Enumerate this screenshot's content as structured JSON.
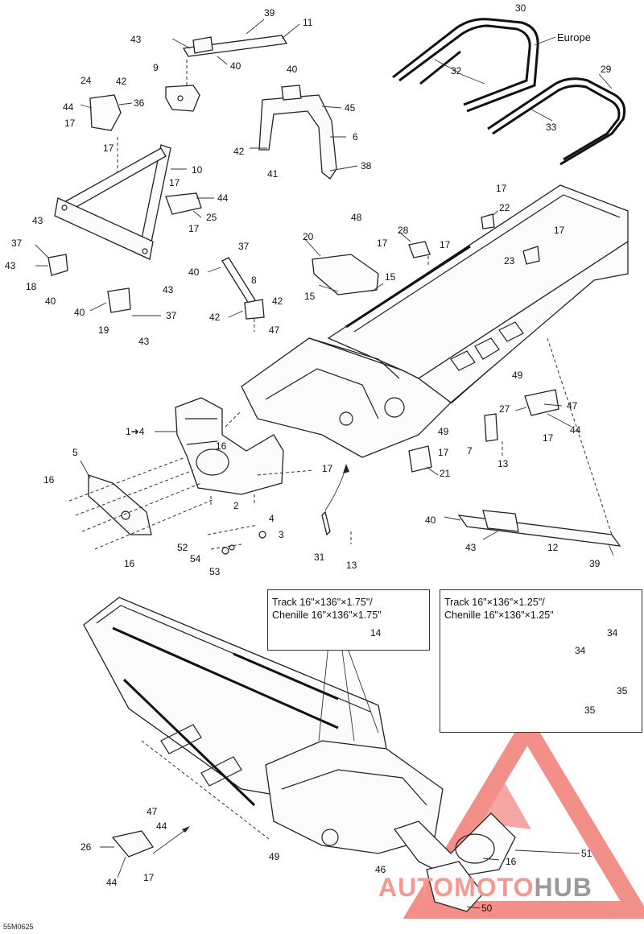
{
  "diagram_code": "55M0625",
  "region_label": "Europe",
  "callouts": [
    {
      "id": "c39a",
      "text": "39"
    },
    {
      "id": "c11",
      "text": "11"
    },
    {
      "id": "c43a",
      "text": "43"
    },
    {
      "id": "c40a",
      "text": "40"
    },
    {
      "id": "c9",
      "text": "9"
    },
    {
      "id": "c24",
      "text": "24"
    },
    {
      "id": "c42a",
      "text": "42"
    },
    {
      "id": "c44a",
      "text": "44"
    },
    {
      "id": "c36",
      "text": "36"
    },
    {
      "id": "c17a",
      "text": "17"
    },
    {
      "id": "c17b",
      "text": "17"
    },
    {
      "id": "c10",
      "text": "10"
    },
    {
      "id": "c17c",
      "text": "17"
    },
    {
      "id": "c44b",
      "text": "44"
    },
    {
      "id": "c25",
      "text": "25"
    },
    {
      "id": "c17d",
      "text": "17"
    },
    {
      "id": "c43b",
      "text": "43"
    },
    {
      "id": "c37a",
      "text": "37"
    },
    {
      "id": "c43c",
      "text": "43"
    },
    {
      "id": "c18",
      "text": "18"
    },
    {
      "id": "c40b",
      "text": "40"
    },
    {
      "id": "c40c",
      "text": "40"
    },
    {
      "id": "c19",
      "text": "19"
    },
    {
      "id": "c43d",
      "text": "43"
    },
    {
      "id": "c37b",
      "text": "37"
    },
    {
      "id": "c43e",
      "text": "43"
    },
    {
      "id": "c40d",
      "text": "40"
    },
    {
      "id": "c45",
      "text": "45"
    },
    {
      "id": "c6",
      "text": "6"
    },
    {
      "id": "c42b",
      "text": "42"
    },
    {
      "id": "c41",
      "text": "41"
    },
    {
      "id": "c38",
      "text": "38"
    },
    {
      "id": "c37c",
      "text": "37"
    },
    {
      "id": "c40e",
      "text": "40"
    },
    {
      "id": "c8",
      "text": "8"
    },
    {
      "id": "c42c",
      "text": "42"
    },
    {
      "id": "c42d",
      "text": "42"
    },
    {
      "id": "c47a",
      "text": "47"
    },
    {
      "id": "c48",
      "text": "48"
    },
    {
      "id": "c20",
      "text": "20"
    },
    {
      "id": "c28",
      "text": "28"
    },
    {
      "id": "c17e",
      "text": "17"
    },
    {
      "id": "c17f",
      "text": "17"
    },
    {
      "id": "c15a",
      "text": "15"
    },
    {
      "id": "c15b",
      "text": "15"
    },
    {
      "id": "c30",
      "text": "30"
    },
    {
      "id": "c32",
      "text": "32"
    },
    {
      "id": "c29",
      "text": "29"
    },
    {
      "id": "c33",
      "text": "33"
    },
    {
      "id": "c17g",
      "text": "17"
    },
    {
      "id": "c22",
      "text": "22"
    },
    {
      "id": "c17h",
      "text": "17"
    },
    {
      "id": "c23",
      "text": "23"
    },
    {
      "id": "c49a",
      "text": "49"
    },
    {
      "id": "c27",
      "text": "27"
    },
    {
      "id": "c47b",
      "text": "47"
    },
    {
      "id": "c44c",
      "text": "44"
    },
    {
      "id": "c17i",
      "text": "17"
    },
    {
      "id": "c7",
      "text": "7"
    },
    {
      "id": "c13a",
      "text": "13"
    },
    {
      "id": "c49b",
      "text": "49"
    },
    {
      "id": "c17j",
      "text": "17"
    },
    {
      "id": "c21",
      "text": "21"
    },
    {
      "id": "c1to4",
      "text": "1➔4"
    },
    {
      "id": "c16a",
      "text": "16"
    },
    {
      "id": "c5",
      "text": "5"
    },
    {
      "id": "c16b",
      "text": "16"
    },
    {
      "id": "c17k",
      "text": "17"
    },
    {
      "id": "c2",
      "text": "2"
    },
    {
      "id": "c4",
      "text": "4"
    },
    {
      "id": "c3",
      "text": "3"
    },
    {
      "id": "c52",
      "text": "52"
    },
    {
      "id": "c54",
      "text": "54"
    },
    {
      "id": "c53",
      "text": "53"
    },
    {
      "id": "c16c",
      "text": "16"
    },
    {
      "id": "c31",
      "text": "31"
    },
    {
      "id": "c13b",
      "text": "13"
    },
    {
      "id": "c40f",
      "text": "40"
    },
    {
      "id": "c43f",
      "text": "43"
    },
    {
      "id": "c12",
      "text": "12"
    },
    {
      "id": "c39b",
      "text": "39"
    },
    {
      "id": "c14",
      "text": "14"
    },
    {
      "id": "c34a",
      "text": "34"
    },
    {
      "id": "c34b",
      "text": "34"
    },
    {
      "id": "c35a",
      "text": "35"
    },
    {
      "id": "c35b",
      "text": "35"
    },
    {
      "id": "c47c",
      "text": "47"
    },
    {
      "id": "c44d",
      "text": "44"
    },
    {
      "id": "c26",
      "text": "26"
    },
    {
      "id": "c44e",
      "text": "44"
    },
    {
      "id": "c17l",
      "text": "17"
    },
    {
      "id": "c49c",
      "text": "49"
    },
    {
      "id": "c46",
      "text": "46"
    },
    {
      "id": "c16d",
      "text": "16"
    },
    {
      "id": "c51",
      "text": "51"
    },
    {
      "id": "c50",
      "text": "50"
    }
  ],
  "notes": {
    "track_175": {
      "line1": "Track 16\"×136\"×1.75\"/",
      "line2": "Chenille 16\"×136\"×1.75\""
    },
    "track_125": {
      "line1": "Track 16\"×136\"×1.25\"/",
      "line2": "Chenille 16\"×136\"×1.25\""
    }
  },
  "watermark": {
    "part1": "AUTO",
    "part2": "MOTO",
    "part3": "HUB"
  },
  "colors": {
    "line": "#222222",
    "watermark_red": "#e8342a",
    "watermark_grey": "#8a8a8a"
  }
}
